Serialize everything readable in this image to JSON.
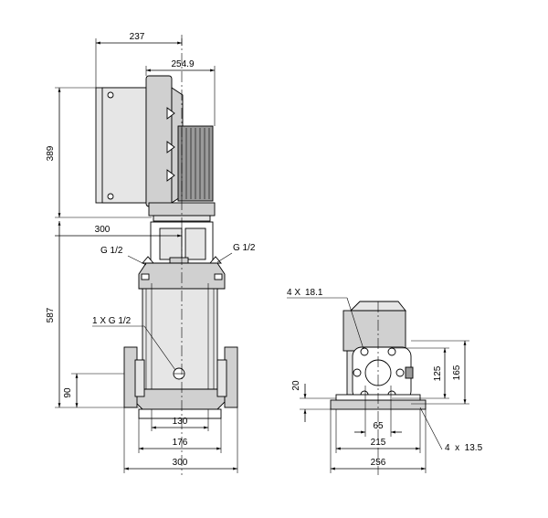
{
  "dimensions": {
    "front": {
      "top_width": "237",
      "motor_width": "254.9",
      "motor_height": "389",
      "shaft_width": "300",
      "total_height": "587",
      "inlet_height": "90",
      "base_inner": "130",
      "base_middle": "176",
      "base_total": "300"
    },
    "side": {
      "bolt_holes": "4 X",
      "bolt_hole_dia": "18.1",
      "flange_inner": "125",
      "flange_outer": "165",
      "foot_height": "20",
      "port": "65",
      "base_inner": "215",
      "base_total": "256",
      "foot_holes": "4  x  13.5"
    }
  },
  "labels": {
    "gauge_left": "G 1/2",
    "gauge_right": "G 1/2",
    "drain": "1 X G 1/2"
  }
}
